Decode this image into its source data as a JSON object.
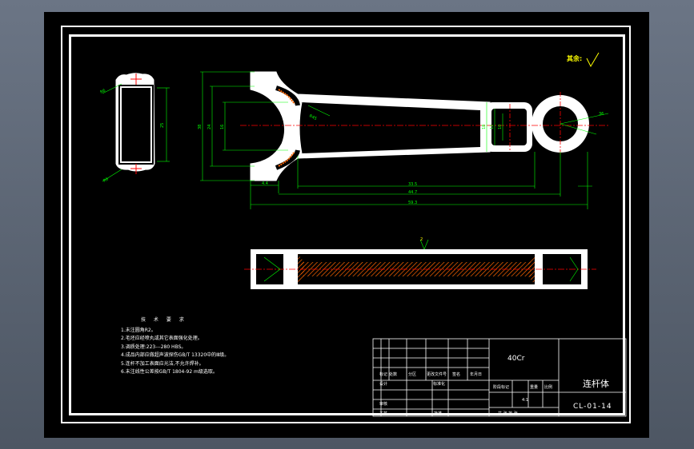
{
  "drawing": {
    "dims": {
      "d38": "38",
      "d24": "24",
      "d18": "18",
      "d16": "16",
      "d25": "25",
      "d12": "12",
      "d10": "10",
      "r6a": "R6",
      "r6b": "R6",
      "r45": "R45",
      "s36": "36",
      "len1": "33.5",
      "len2": "44.7",
      "len3": "59.3",
      "len4": "4.4",
      "weld": "2"
    },
    "roughness_label": "其余:",
    "colors": {
      "line": "#ffffff",
      "dim": "#00ff00",
      "center": "#ff0000",
      "hatch": "#ff6600",
      "text": "#ffff00"
    }
  },
  "notes": {
    "title": "技 术 要 求",
    "items": [
      "1.未注圆角R2。",
      "2.毛坯应经喷丸或其它表面强化处理。",
      "3.调质处理:223---280 HBS。",
      "4.成品内部应做超声波探伤GB/T 13320中的Ⅲ级。",
      "5.连杆不加工表面应光洁,不允许焊补。",
      "6.未注线性公差按GB/T 1804-92 m级选取。"
    ]
  },
  "title_block": {
    "material": "40Cr",
    "part_name": "连杆体",
    "drawing_no": "CL-01-14",
    "scale": "4:1",
    "headers": [
      "标记",
      "处数",
      "分区",
      "更改文件号",
      "签名",
      "年月日"
    ],
    "labels": {
      "design": "设计",
      "standard": "标准化",
      "stage": "阶段标记",
      "weight": "重量",
      "ratio": "比例",
      "review": "审核",
      "process": "工艺",
      "approve": "批准",
      "sheets": "共  张  第  张"
    }
  }
}
